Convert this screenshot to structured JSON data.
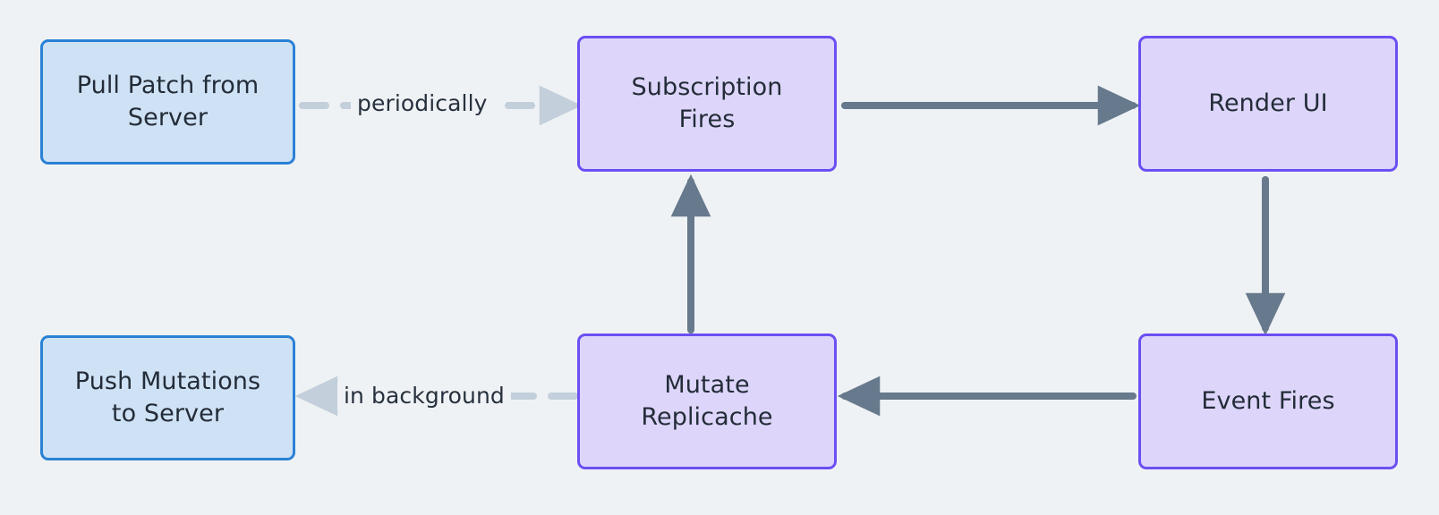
{
  "diagram": {
    "type": "flowchart",
    "background_color": "#eff2f5",
    "text_color": "#232c38",
    "palette": {
      "blue_fill": "#cfe2f5",
      "blue_stroke": "#2a81d4",
      "purple_fill": "#ddd6fa",
      "purple_stroke": "#6c4ff2",
      "solid_edge": "#67798c",
      "dashed_edge": "#c3cfda"
    },
    "nodes": [
      {
        "id": "pull",
        "label": "Pull Patch from\nServer",
        "style": "blue"
      },
      {
        "id": "subscription",
        "label": "Subscription\nFires",
        "style": "purple"
      },
      {
        "id": "render",
        "label": "Render UI",
        "style": "purple"
      },
      {
        "id": "push",
        "label": "Push Mutations\nto Server",
        "style": "blue"
      },
      {
        "id": "mutate",
        "label": "Mutate\nReplicache",
        "style": "purple"
      },
      {
        "id": "event",
        "label": "Event Fires",
        "style": "purple"
      }
    ],
    "edges": [
      {
        "id": "pull-to-subscription",
        "from": "pull",
        "to": "subscription",
        "label": "periodically",
        "style": "dashed",
        "direction": "right"
      },
      {
        "id": "subscription-to-render",
        "from": "subscription",
        "to": "render",
        "label": "",
        "style": "solid",
        "direction": "right"
      },
      {
        "id": "render-to-event",
        "from": "render",
        "to": "event",
        "label": "",
        "style": "solid",
        "direction": "down"
      },
      {
        "id": "event-to-mutate",
        "from": "event",
        "to": "mutate",
        "label": "",
        "style": "solid",
        "direction": "left"
      },
      {
        "id": "mutate-to-subscription",
        "from": "mutate",
        "to": "subscription",
        "label": "",
        "style": "solid",
        "direction": "up"
      },
      {
        "id": "mutate-to-push",
        "from": "mutate",
        "to": "push",
        "label": "in background",
        "style": "dashed",
        "direction": "left"
      }
    ]
  }
}
